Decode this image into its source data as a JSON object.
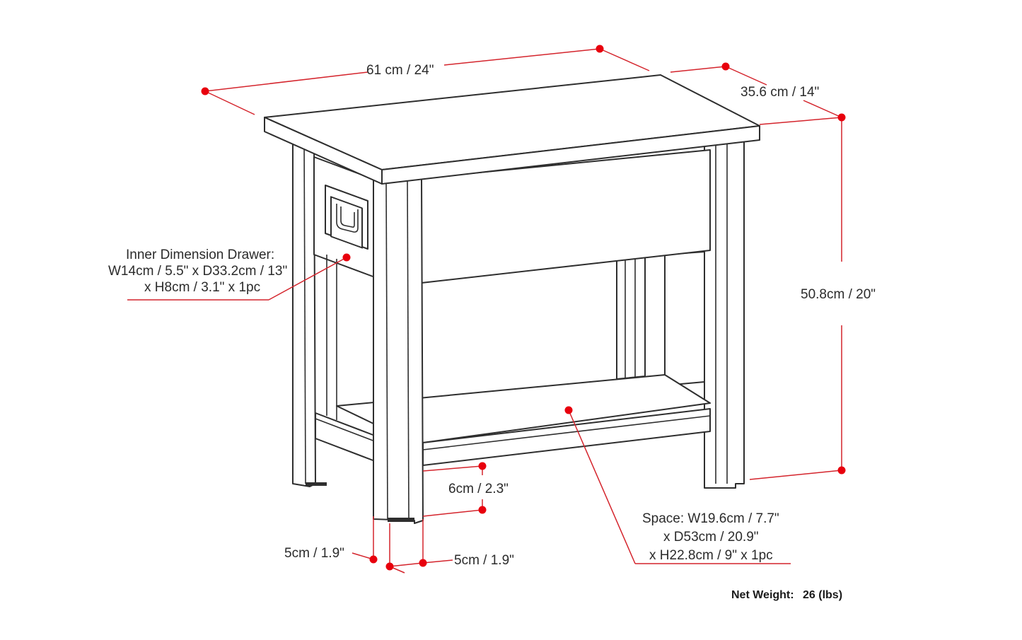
{
  "colors": {
    "dimension_line": "#d4242c",
    "dimension_dot": "#e8000d",
    "outline": "#2e2e2e",
    "text": "#2b2b2b"
  },
  "dimensions": {
    "width": "61 cm / 24\"",
    "depth": "35.6 cm / 14\"",
    "height": "50.8cm / 20\"",
    "shelf_clearance": "6cm / 2.3\"",
    "leg_front": "5cm / 1.9\"",
    "leg_side": "5cm / 1.9\""
  },
  "drawer_note": {
    "line1": "Inner Dimension Drawer:",
    "line2": "W14cm / 5.5\" x D33.2cm / 13\"",
    "line3": "x H8cm / 3.1\" x 1pc"
  },
  "space_note": {
    "line1": "Space: W19.6cm / 7.7\"",
    "line2": "x D53cm / 20.9\"",
    "line3": "x H22.8cm / 9\" x 1pc"
  },
  "weight": {
    "label": "Net Weight:",
    "value": "26 (lbs)"
  }
}
